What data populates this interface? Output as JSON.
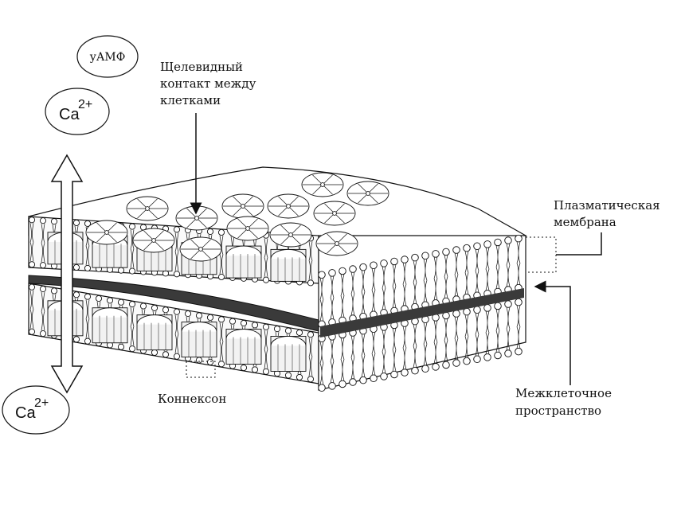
{
  "bubbles": {
    "camp": "уАМФ",
    "ca_top_base": "Ca",
    "ca_top_sup": "2+",
    "ca_bottom_base": "Ca",
    "ca_bottom_sup": "2+"
  },
  "labels": {
    "gap_junction_line1": "Щелевидный",
    "gap_junction_line2": "контакт между",
    "gap_junction_line3": "клетками",
    "plasma_membrane_line1": "Плазматическая",
    "plasma_membrane_line2": "мембрана",
    "intercellular_line1": "Межклеточное",
    "intercellular_line2": "пространство",
    "connexon": "Коннексон"
  },
  "colors": {
    "line": "#111111",
    "space": "#3a3a3a",
    "channel_fill": "#f2f2f2",
    "background": "#ffffff"
  },
  "icons": [
    "double-arrow-icon",
    "arrowhead-icon",
    "connexon-rosette-icon"
  ]
}
